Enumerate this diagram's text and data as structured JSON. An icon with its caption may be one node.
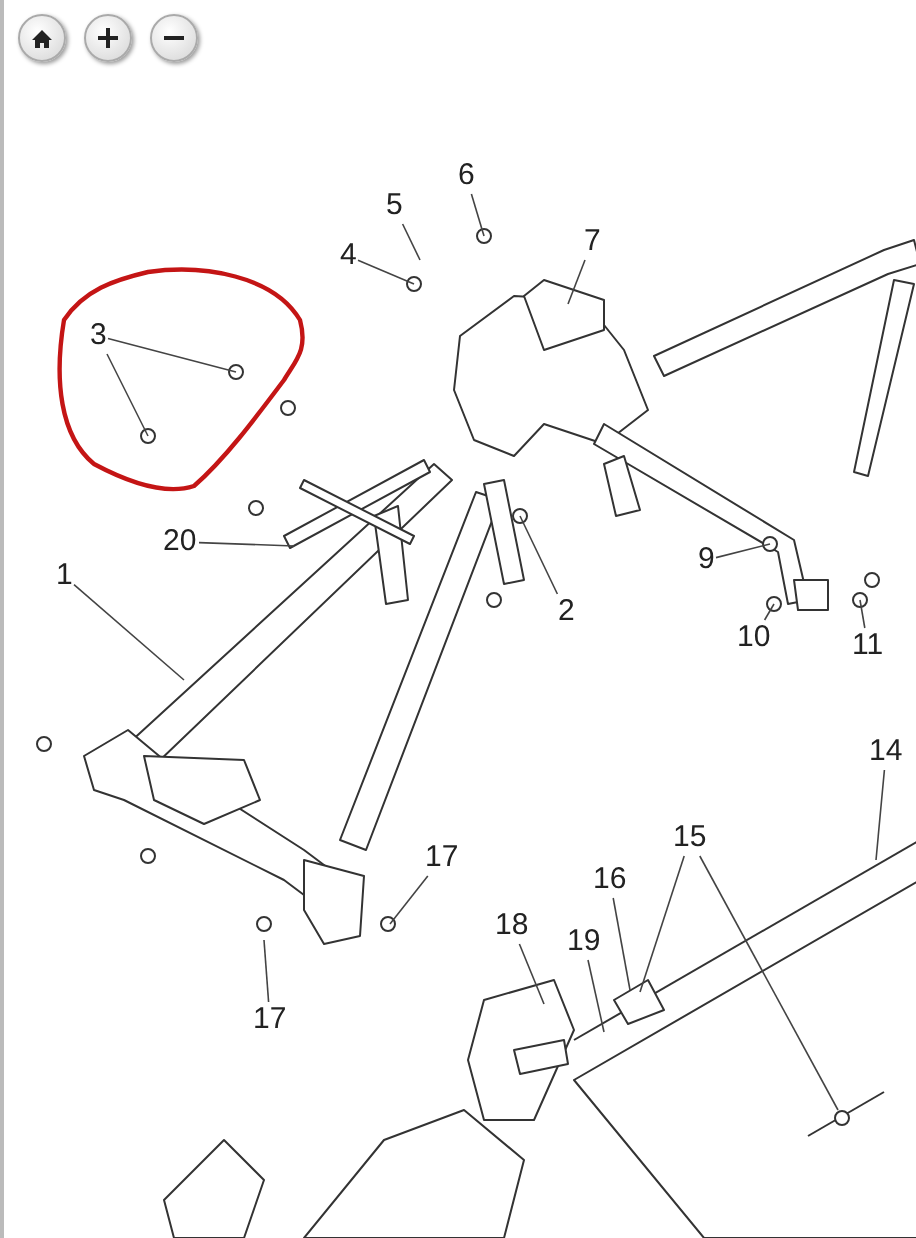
{
  "diagram": {
    "nodes": [
      {
        "text": [
          "6"
        ]
      },
      {
        "text": [
          "5"
        ]
      },
      {
        "text": [
          "7"
        ]
      },
      {
        "text": [
          "4"
        ]
      },
      {
        "text": [
          "3"
        ]
      },
      {
        "text": [
          "20"
        ]
      },
      {
        "text": [
          "9"
        ]
      },
      {
        "text": [
          "1"
        ]
      },
      {
        "text": [
          "2"
        ]
      },
      {
        "text": [
          "10"
        ]
      },
      {
        "text": [
          "11"
        ]
      },
      {
        "text": [
          "14"
        ]
      },
      {
        "text": [
          "15"
        ]
      },
      {
        "text": [
          "17"
        ]
      },
      {
        "text": [
          "16"
        ]
      },
      {
        "text": [
          "18"
        ]
      },
      {
        "text": [
          "19"
        ]
      },
      {
        "text": [
          "17"
        ]
      }
    ],
    "edges": [
      {
        "from": 0,
        "to": null,
        "arrow": "none"
      },
      {
        "from": 1,
        "to": null,
        "arrow": "none"
      },
      {
        "from": 2,
        "to": null,
        "arrow": "none"
      },
      {
        "from": 3,
        "to": null,
        "arrow": "none"
      },
      {
        "from": 4,
        "to": null,
        "arrow": "none"
      },
      {
        "from": 4,
        "to": null,
        "arrow": "none"
      },
      {
        "from": 5,
        "to": null,
        "arrow": "none"
      },
      {
        "from": 6,
        "to": null,
        "arrow": "none"
      },
      {
        "from": 7,
        "to": null,
        "arrow": "none"
      },
      {
        "from": 8,
        "to": null,
        "arrow": "none"
      },
      {
        "from": 9,
        "to": null,
        "arrow": "none"
      },
      {
        "from": 10,
        "to": null,
        "arrow": "none"
      },
      {
        "from": 11,
        "to": null,
        "arrow": "none"
      },
      {
        "from": 12,
        "to": null,
        "arrow": "none"
      },
      {
        "from": 12,
        "to": null,
        "arrow": "none"
      },
      {
        "from": 13,
        "to": null,
        "arrow": "none"
      },
      {
        "from": 14,
        "to": null,
        "arrow": "none"
      },
      {
        "from": 15,
        "to": null,
        "arrow": "none"
      },
      {
        "from": 16,
        "to": null,
        "arrow": "none"
      },
      {
        "from": 17,
        "to": null,
        "arrow": "none"
      }
    ]
  }
}
